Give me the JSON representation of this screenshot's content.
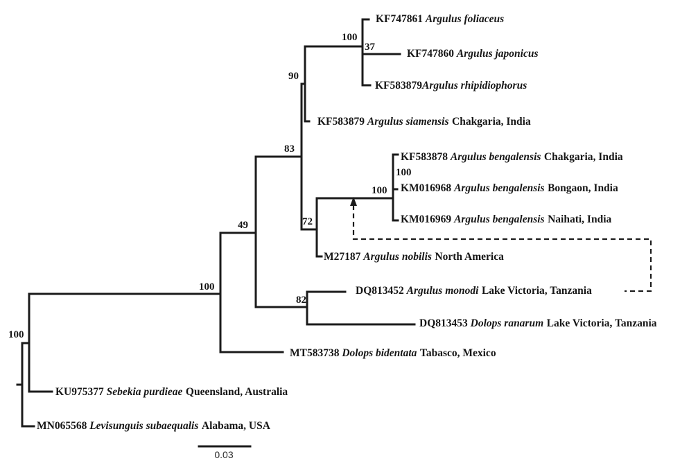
{
  "figure": {
    "kind": "phylogenetic-tree",
    "background_color": "#ffffff",
    "line_color": "#1b1b1b",
    "text_color": "#161616"
  },
  "scale_bar": {
    "value": "0.03"
  },
  "taxa": [
    {
      "accession": "KF747861",
      "sep": " ",
      "name": "Argulus foliaceus",
      "loc": ""
    },
    {
      "accession": "KF747860",
      "sep": " ",
      "name": "Argulus japonicus",
      "loc": ""
    },
    {
      "accession": "KF583879",
      "sep": "",
      "name": "Argulus rhipidiophorus",
      "loc": ""
    },
    {
      "accession": "KF583879",
      "sep": " ",
      "name": "Argulus siamensis",
      "loc": "Chakgaria, India"
    },
    {
      "accession": "KF583878",
      "sep": " ",
      "name": "Argulus bengalensis",
      "loc": "Chakgaria, India"
    },
    {
      "accession": "KM016968",
      "sep": " ",
      "name": "Argulus bengalensis",
      "loc": "Bongaon, India"
    },
    {
      "accession": "KM016969",
      "sep": " ",
      "name": "Argulus bengalensis",
      "loc": "Naihati, India"
    },
    {
      "accession": "M27187",
      "sep": " ",
      "name": "Argulus nobilis",
      "loc": "North America"
    },
    {
      "accession": "DQ813452",
      "sep": " ",
      "name": "Argulus monodi",
      "loc": "Lake Victoria, Tanzania"
    },
    {
      "accession": "DQ813453",
      "sep": " ",
      "name": "Dolops ranarum",
      "loc": "Lake Victoria, Tanzania"
    },
    {
      "accession": "MT583738",
      "sep": " ",
      "name": "Dolops bidentata",
      "loc": "Tabasco, Mexico"
    },
    {
      "accession": "KU975377",
      "sep": " ",
      "name": "Sebekia purdieae",
      "loc": "Queensland, Australia"
    },
    {
      "accession": "MN065568",
      "sep": " ",
      "name": "Levisunguis subaequalis",
      "loc": "Alabama, USA"
    }
  ],
  "bootstraps": [
    {
      "node": "foliaceus-japonicus-rhipidiophorus",
      "value": "100"
    },
    {
      "node": "japonicus-rhipidiophorus",
      "value": "37"
    },
    {
      "node": "above-plus-siamensis",
      "value": "90"
    },
    {
      "node": "upper-argulus-clade",
      "value": "83"
    },
    {
      "node": "bengalensis-inner",
      "value": "100"
    },
    {
      "node": "bengalensis-clade",
      "value": "100"
    },
    {
      "node": "bengalensis-plus-nobilis",
      "value": "72"
    },
    {
      "node": "argulus-plus-monodi-ranarum",
      "value": "49"
    },
    {
      "node": "monodi-ranarum",
      "value": "82"
    },
    {
      "node": "ingroup-branchiura",
      "value": "100"
    },
    {
      "node": "near-root-outgroup",
      "value": "100"
    }
  ],
  "annotation": {
    "description": "dashed arrow linking the Argulus monodi label to the Argulus bengalensis clade branch"
  }
}
